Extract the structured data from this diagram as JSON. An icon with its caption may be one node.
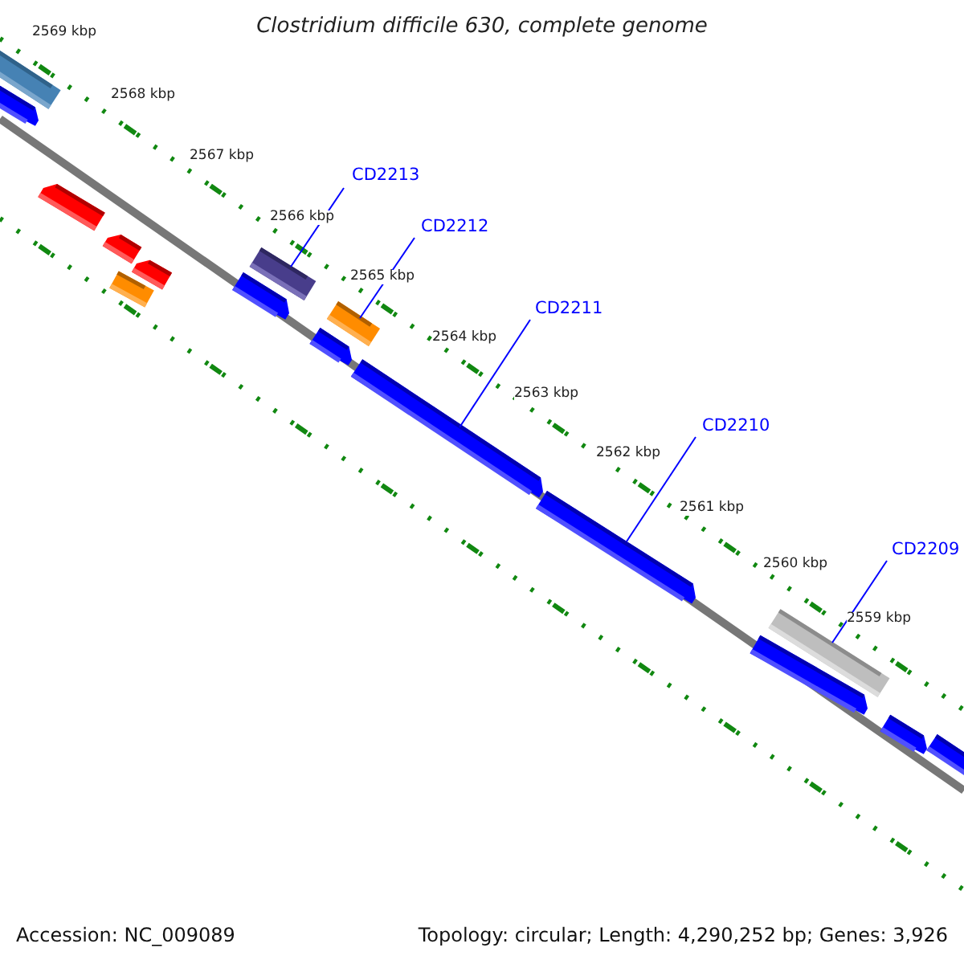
{
  "diagram": {
    "title": "Clostridium difficile 630, complete genome",
    "nodes": [
      {
        "text": [
          "CD2213"
        ]
      },
      {
        "text": [
          "CD2212"
        ]
      },
      {
        "text": [
          "CD2211"
        ]
      },
      {
        "text": [
          "CD2210"
        ]
      },
      {
        "text": [
          "CD2209"
        ]
      },
      {
        "text": [],
        "shape": "bar"
      },
      {
        "text": [],
        "shape": "bar"
      },
      {
        "text": [],
        "shape": "bar"
      },
      {
        "text": [],
        "shape": "bar"
      },
      {
        "text": [],
        "shape": "bar"
      }
    ],
    "edges": [
      {
        "from": 0,
        "to": 5,
        "arrow": "none"
      },
      {
        "from": 1,
        "to": 6,
        "arrow": "none"
      },
      {
        "from": 2,
        "to": 7,
        "arrow": "none"
      },
      {
        "from": 3,
        "to": 8,
        "arrow": "none"
      },
      {
        "from": 4,
        "to": 9,
        "arrow": "none"
      }
    ],
    "labels": [
      "2569 kbp",
      "2568 kbp",
      "2567 kbp",
      "2566 kbp",
      "2565 kbp",
      "2564 kbp",
      "2563 kbp",
      "2562 kbp",
      "2561 kbp",
      "2560 kbp",
      "2559 kbp",
      "Accession: NC_009089",
      "Topology: circular; Length: 4,290,252 bp; Genes: 3,926"
    ]
  }
}
